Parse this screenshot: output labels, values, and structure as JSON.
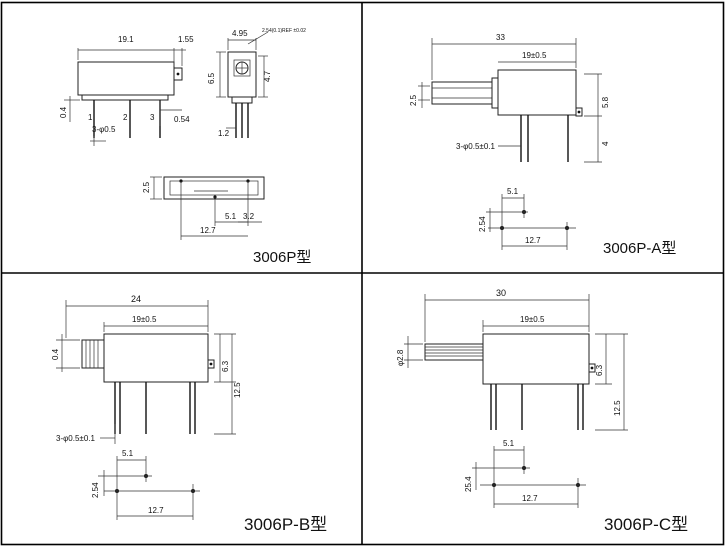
{
  "panels": {
    "p1": {
      "model": "3006P型",
      "dims": {
        "len_19_1": "19.1",
        "len_1_55": "1.55",
        "len_0_4": "0.4",
        "len_3phi": "3-φ0.5",
        "len_0_54": "0.54",
        "pin1": "1",
        "pin2": "2",
        "pin3": "3",
        "len_4_95": "4.95",
        "small_note": "2.54(0.1)REF ±0.02",
        "len_6_5": "6.5",
        "len_4_7": "4.7",
        "len_1_2": "1.2",
        "len_2_5": "2.5",
        "len_5_1": "5.1",
        "len_3_2": "3.2",
        "len_12_7": "12.7"
      }
    },
    "p2": {
      "model": "3006P-A型",
      "dims": {
        "len_33": "33",
        "len_19": "19±0.5",
        "len_2_5": "2.5",
        "len_5_8": "5.8",
        "len_4": "4",
        "len_3phi": "3-φ0.5±0.1",
        "len_5_1": "5.1",
        "len_2_54": "2.54",
        "len_12_7": "12.7"
      }
    },
    "p3": {
      "model": "3006P-B型",
      "dims": {
        "len_24": "24",
        "len_19": "19±0.5",
        "len_0_4": "0.4",
        "len_6_3": "6.3",
        "len_12_5": "12.5",
        "len_3phi": "3-φ0.5±0.1",
        "len_5_1": "5.1",
        "len_2_54": "2.54",
        "len_12_7": "12.7"
      }
    },
    "p4": {
      "model": "3006P-C型",
      "dims": {
        "len_30": "30",
        "len_19": "19±0.5",
        "len_2_8": "φ2.8",
        "len_6_3": "6.3",
        "len_12_5": "12.5",
        "len_5_1": "5.1",
        "len_25_4": "25.4",
        "len_12_7": "12.7"
      }
    }
  }
}
